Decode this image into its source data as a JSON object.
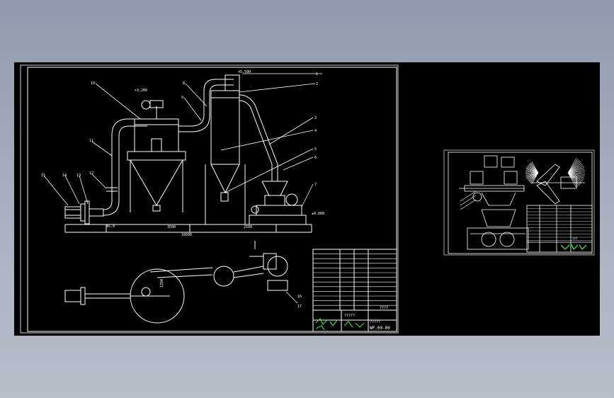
{
  "colors": {
    "background": "#9aa4b6",
    "canvas": "#000000",
    "line": "#ffffff",
    "green_accent": "#2fe02f",
    "frame_line": "#c8c8c8"
  },
  "main_sheet": {
    "elevations": {
      "top_pipe": "+5.500",
      "cyclone_top": "+3.200",
      "ground": "±0.000"
    },
    "dimensions": {
      "left_span": "45.0",
      "middle_span": "3500",
      "right_span": "2500",
      "overall": "10500",
      "plan_radius": "1250"
    },
    "item_numbers_left": [
      "15",
      "14",
      "13",
      "12",
      "11",
      "10",
      "9",
      "8"
    ],
    "item_numbers_right": [
      "1",
      "2",
      "3",
      "4",
      "5",
      "6",
      "7"
    ],
    "plan_tags": [
      "16",
      "17"
    ],
    "title_block": {
      "project_name": "?????",
      "drawing_title": "?????",
      "drawing_number": "WF.00-00",
      "school_mark": "????"
    }
  },
  "thumbnail_sheet": {
    "title_block": {
      "drawing_number": "???"
    }
  }
}
